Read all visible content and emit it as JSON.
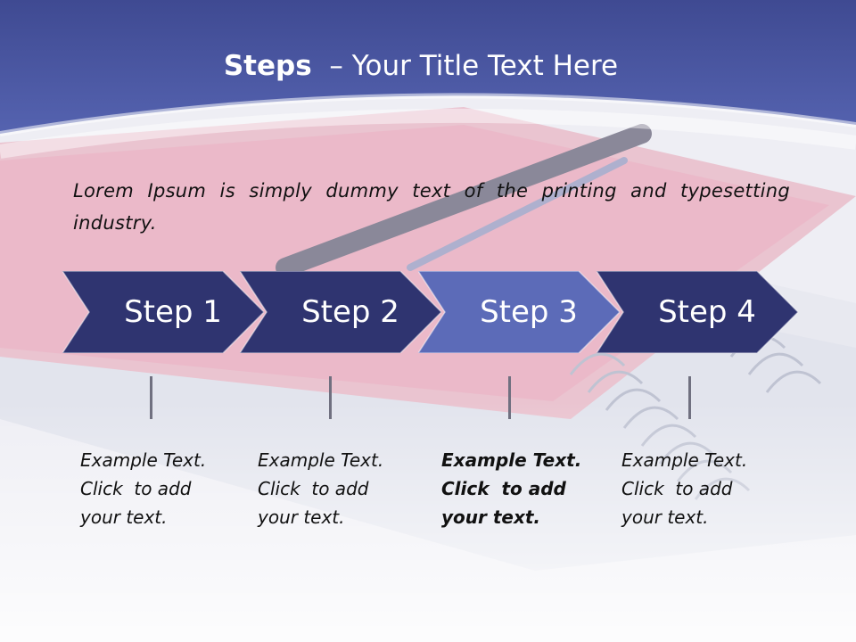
{
  "title": {
    "bold": "Steps",
    "rest": "  – Your Title Text Here"
  },
  "body": "Lorem Ipsum is simply dummy text of the printing and typesetting industry.",
  "colors": {
    "header": "#4c5aa6",
    "step_dark": "#2f3470",
    "step_highlight": "#5c6bb8"
  },
  "steps": [
    {
      "label": "Step 1",
      "lines": [
        "Example Text.",
        "Click  to add",
        "your text."
      ],
      "highlight": false
    },
    {
      "label": "Step 2",
      "lines": [
        "Example Text.",
        "Click  to add",
        "your text."
      ],
      "highlight": false
    },
    {
      "label": "Step 3",
      "lines": [
        "Example Text.",
        "Click  to add",
        "your text."
      ],
      "highlight": true
    },
    {
      "label": "Step 4",
      "lines": [
        "Example Text.",
        "Click  to add",
        "your text."
      ],
      "highlight": false
    }
  ]
}
